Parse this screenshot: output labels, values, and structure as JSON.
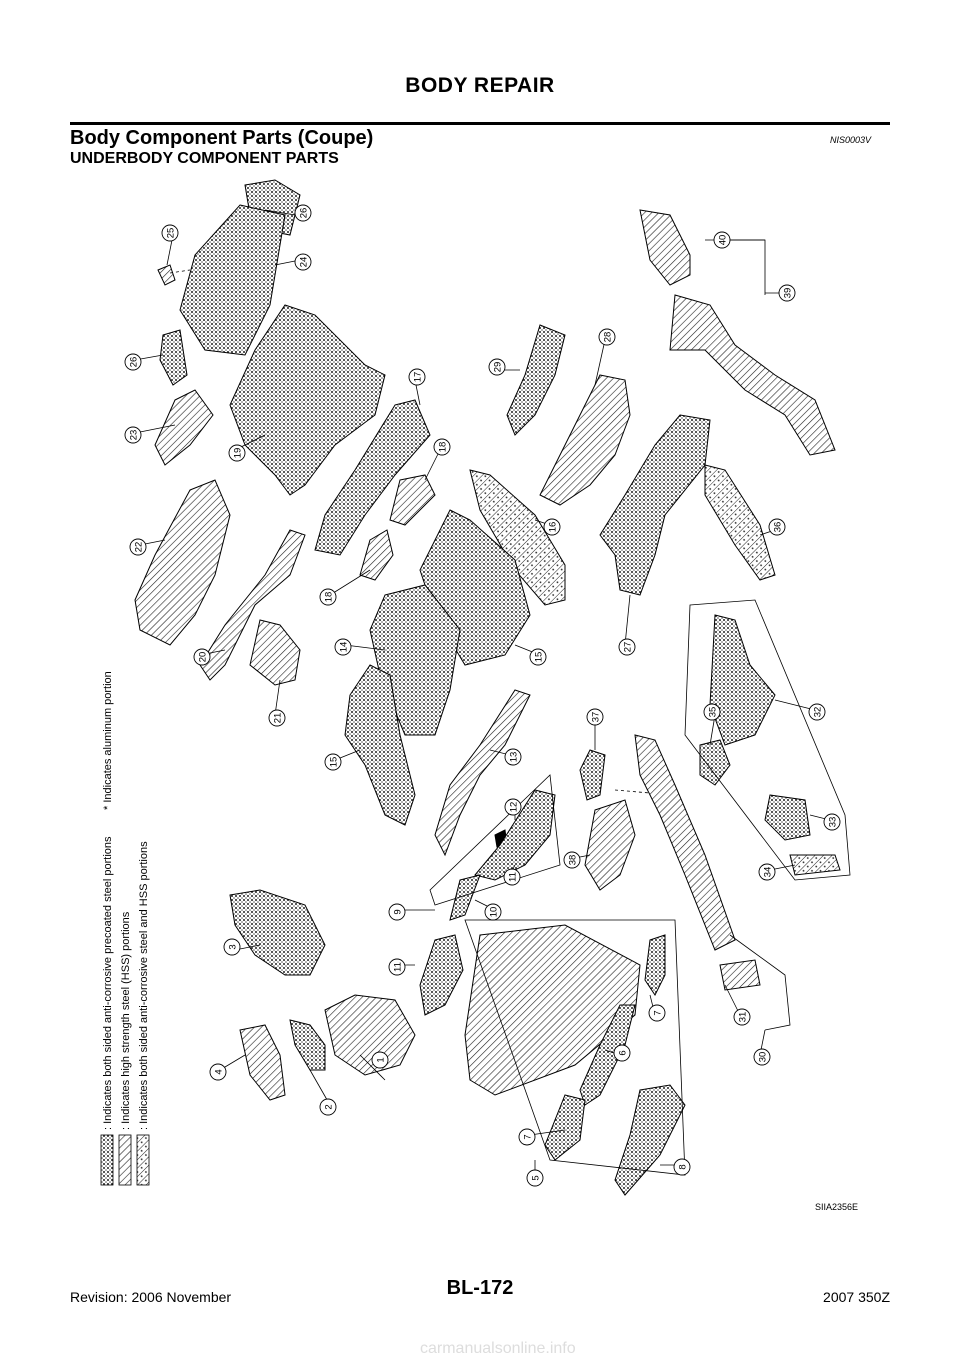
{
  "header": {
    "title": "BODY REPAIR"
  },
  "section": {
    "title": "Body Component Parts (Coupe)",
    "code": "NIS0003V"
  },
  "subsection": {
    "title": "UNDERBODY COMPONENT PARTS"
  },
  "legend": {
    "aluminum_note": "* Indicates aluminum portion",
    "items": [
      ": Indicates both sided anti-corrosive precoated steel portions",
      ": Indicates high strength steel (HSS) portions",
      ": Indicates both sided anti-corrosive steel and HSS portions"
    ]
  },
  "figure": {
    "code": "SIIA2356E",
    "callouts": [
      "1",
      "2",
      "3",
      "4",
      "5",
      "6",
      "7",
      "7",
      "8",
      "9",
      "10",
      "11",
      "11",
      "12",
      "13",
      "14",
      "15",
      "15",
      "16",
      "17",
      "18",
      "18",
      "19",
      "20",
      "21",
      "22",
      "23",
      "24",
      "25",
      "26",
      "26",
      "27",
      "28",
      "29",
      "30",
      "31",
      "32",
      "33",
      "34",
      "35",
      "36",
      "37",
      "38",
      "39",
      "40"
    ]
  },
  "footer": {
    "revision": "Revision: 2006 November",
    "page": "BL-172",
    "model": "2007 350Z"
  },
  "watermark": "carmanualsonline.info"
}
